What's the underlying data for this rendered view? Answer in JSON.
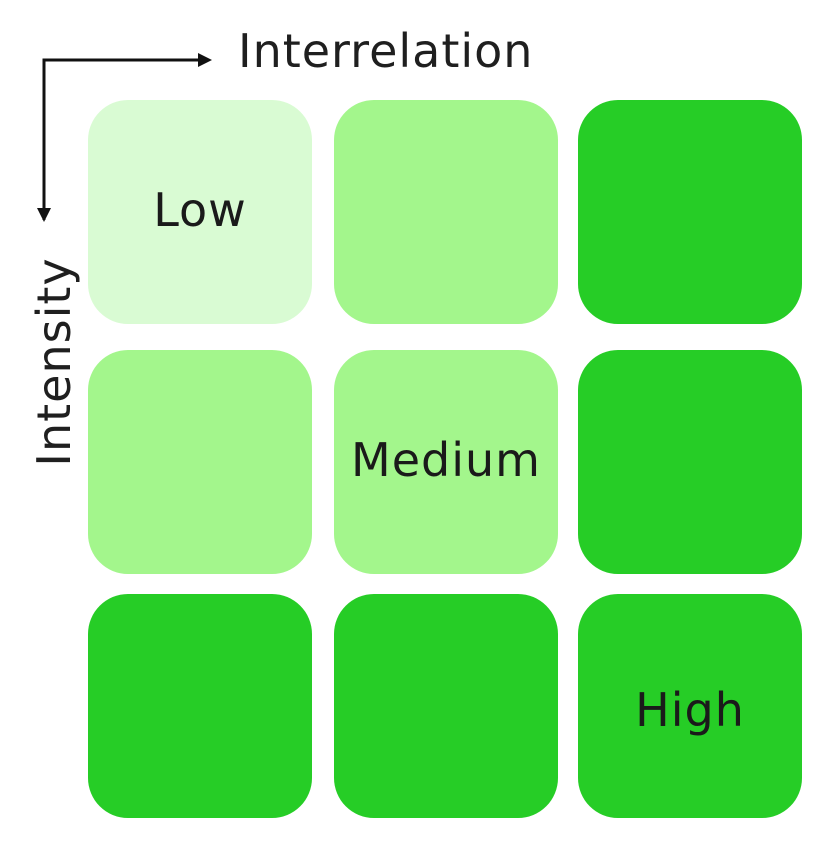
{
  "axes": {
    "x_label": "Interrelation",
    "y_label": "Intensity"
  },
  "colors": {
    "low": "#d9fbd3",
    "medium": "#a3f68c",
    "high": "#26cd26"
  },
  "grid": {
    "cells": [
      {
        "label": "Low",
        "level": "low"
      },
      {
        "label": "",
        "level": "medium"
      },
      {
        "label": "",
        "level": "high"
      },
      {
        "label": "",
        "level": "medium"
      },
      {
        "label": "Medium",
        "level": "medium"
      },
      {
        "label": "",
        "level": "high"
      },
      {
        "label": "",
        "level": "high"
      },
      {
        "label": "",
        "level": "high"
      },
      {
        "label": "High",
        "level": "high"
      }
    ]
  }
}
